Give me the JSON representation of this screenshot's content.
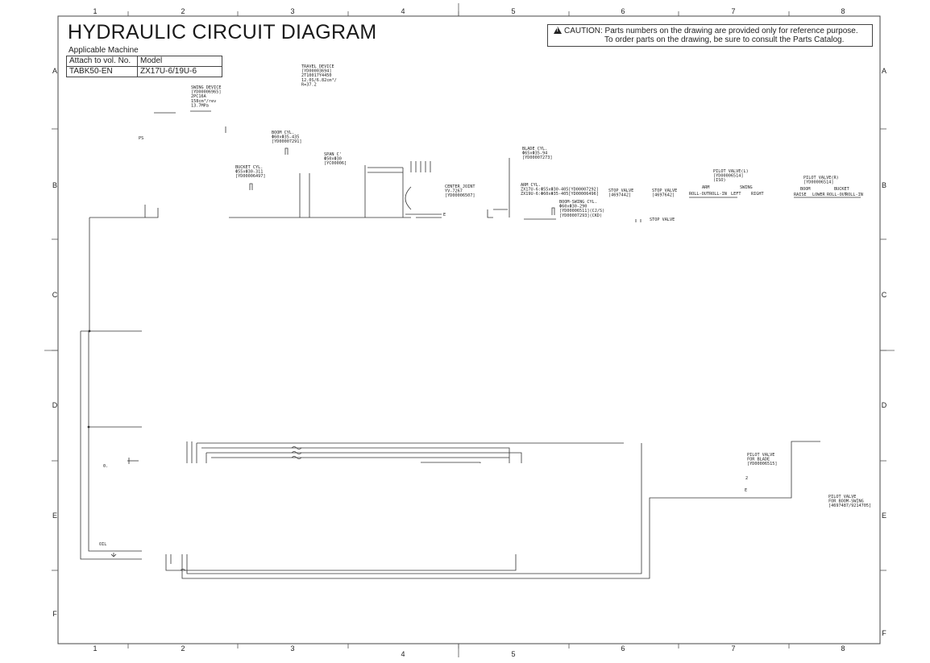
{
  "title": "HYDRAULIC CIRCUIT DIAGRAM",
  "applicable_machine": {
    "label": "Applicable Machine",
    "col1_header": "Attach to vol. No.",
    "col2_header": "Model",
    "col1_value": "TABK50-EN",
    "col2_value": "ZX17U-6/19U-6"
  },
  "caution": {
    "line1": "CAUTION: Parts numbers on the drawing are provided only for reference purpose.",
    "line2": "To order parts on the drawing, be sure to consult the Parts Catalog."
  },
  "grid": {
    "columns": [
      "1",
      "2",
      "3",
      "4",
      "5",
      "6",
      "7",
      "8"
    ],
    "rows": [
      "A",
      "B",
      "C",
      "D",
      "E",
      "F"
    ]
  },
  "components": {
    "travel_device": [
      "TRAVEL DEVICE",
      "[YD00003694]",
      "2T10017Y4450",
      "12.0S/6.82cm³/",
      "R=37.2"
    ],
    "swing_device": [
      "SWING DEVICE",
      "[YD00006965]",
      "2PC16A",
      "158cm³/rev",
      "13.7MPa"
    ],
    "boom_cyl": [
      "BOOM CYL.",
      "Φ60xΦ35-435",
      "[YD00007291]"
    ],
    "span_c": [
      "SPAN C'",
      "Φ50xΦ30",
      "[YC00006]"
    ],
    "bucket_cyl": [
      "BUCKET CYL.",
      "Φ55xΦ30-311",
      "[YD00006497]"
    ],
    "blade_cyl": [
      "BLADE CYL.",
      "Φ65xΦ35-94",
      "[YD00007273]"
    ],
    "center_joint": [
      "CENTER JOINT",
      "YV-7267",
      "[YD00006507]"
    ],
    "arm_cyl": [
      "ARM CYL.",
      "ZX17U-6:Φ55xΦ30-405[YD00007292]",
      "ZX19U-6:Φ60xΦ35-405[YD00006496]"
    ],
    "boom_swing_cyl": [
      "BOOM-SWING CYL.",
      "Φ60xΦ30-290",
      "[YD00006511](CJ/S)",
      "[YD00007293](CKD)"
    ],
    "stop_valve_1": [
      "STOP VALVE",
      "[4697442]"
    ],
    "stop_valve_2": [
      "STOP VALVE",
      "[4697642]"
    ],
    "stop_valve_3": [
      "STOP VALVE"
    ],
    "pilot_valve_l": [
      "PILOT VALVE(L)",
      "[YD00006514]",
      "(ISO)"
    ],
    "pilot_valve_l_labels": [
      "ARM",
      "ROLL-OUT",
      "ROLL-IN",
      "SWING",
      "LEFT",
      "RIGHT"
    ],
    "pilot_valve_r": [
      "PILOT VALVE(R)",
      "[YD00006514]"
    ],
    "pilot_valve_r_labels": [
      "BOOM",
      "BUCKET",
      "RAISE",
      "LOWER",
      "ROLL-OUT",
      "ROLL-IN"
    ],
    "pilot_valve_blade": [
      "PILOT VALVE",
      "FOR BLADE",
      "[YD00006515]"
    ],
    "pilot_valve_boom_swing": [
      "PILOT VALVE",
      "FOR BOOM-SWING",
      "[4697487/9214705]"
    ],
    "oil_label": "OIL",
    "ps_label": "PS",
    "small_marks": [
      "0.",
      "2",
      "E",
      "E"
    ]
  }
}
